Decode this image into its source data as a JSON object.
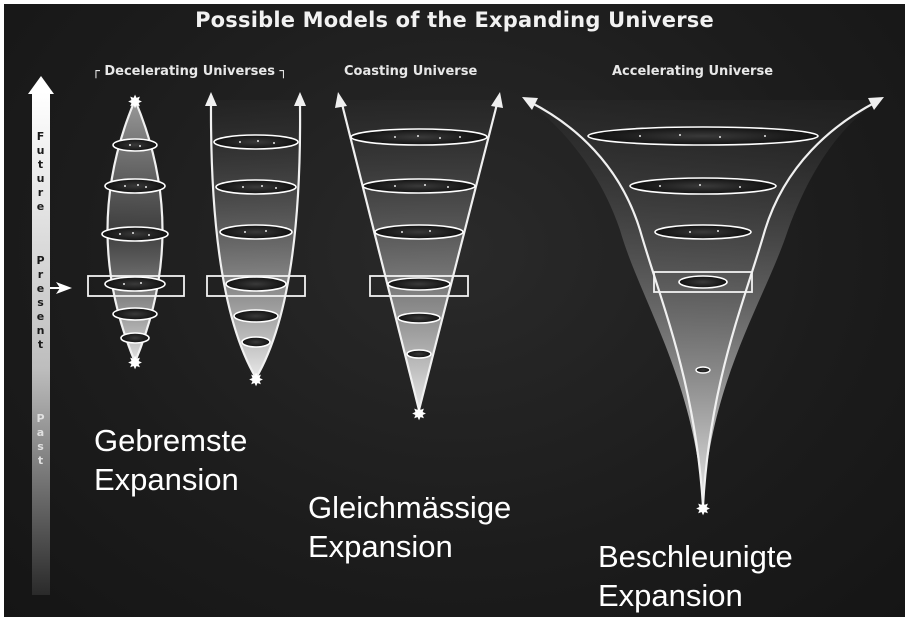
{
  "title": "Possible Models of the Expanding Universe",
  "headers": {
    "decelerating": "Decelerating Universes",
    "coasting": "Coasting Universe",
    "accelerating": "Accelerating Universe"
  },
  "timeline": {
    "future": "Future",
    "present": "Present",
    "past": "Past"
  },
  "captions": {
    "decelerating": [
      "Gebremste",
      "Expansion"
    ],
    "coasting": [
      "Gleichmässige",
      "Expansion"
    ],
    "accelerating": [
      "Beschleunigte",
      "Expansion"
    ]
  }
}
